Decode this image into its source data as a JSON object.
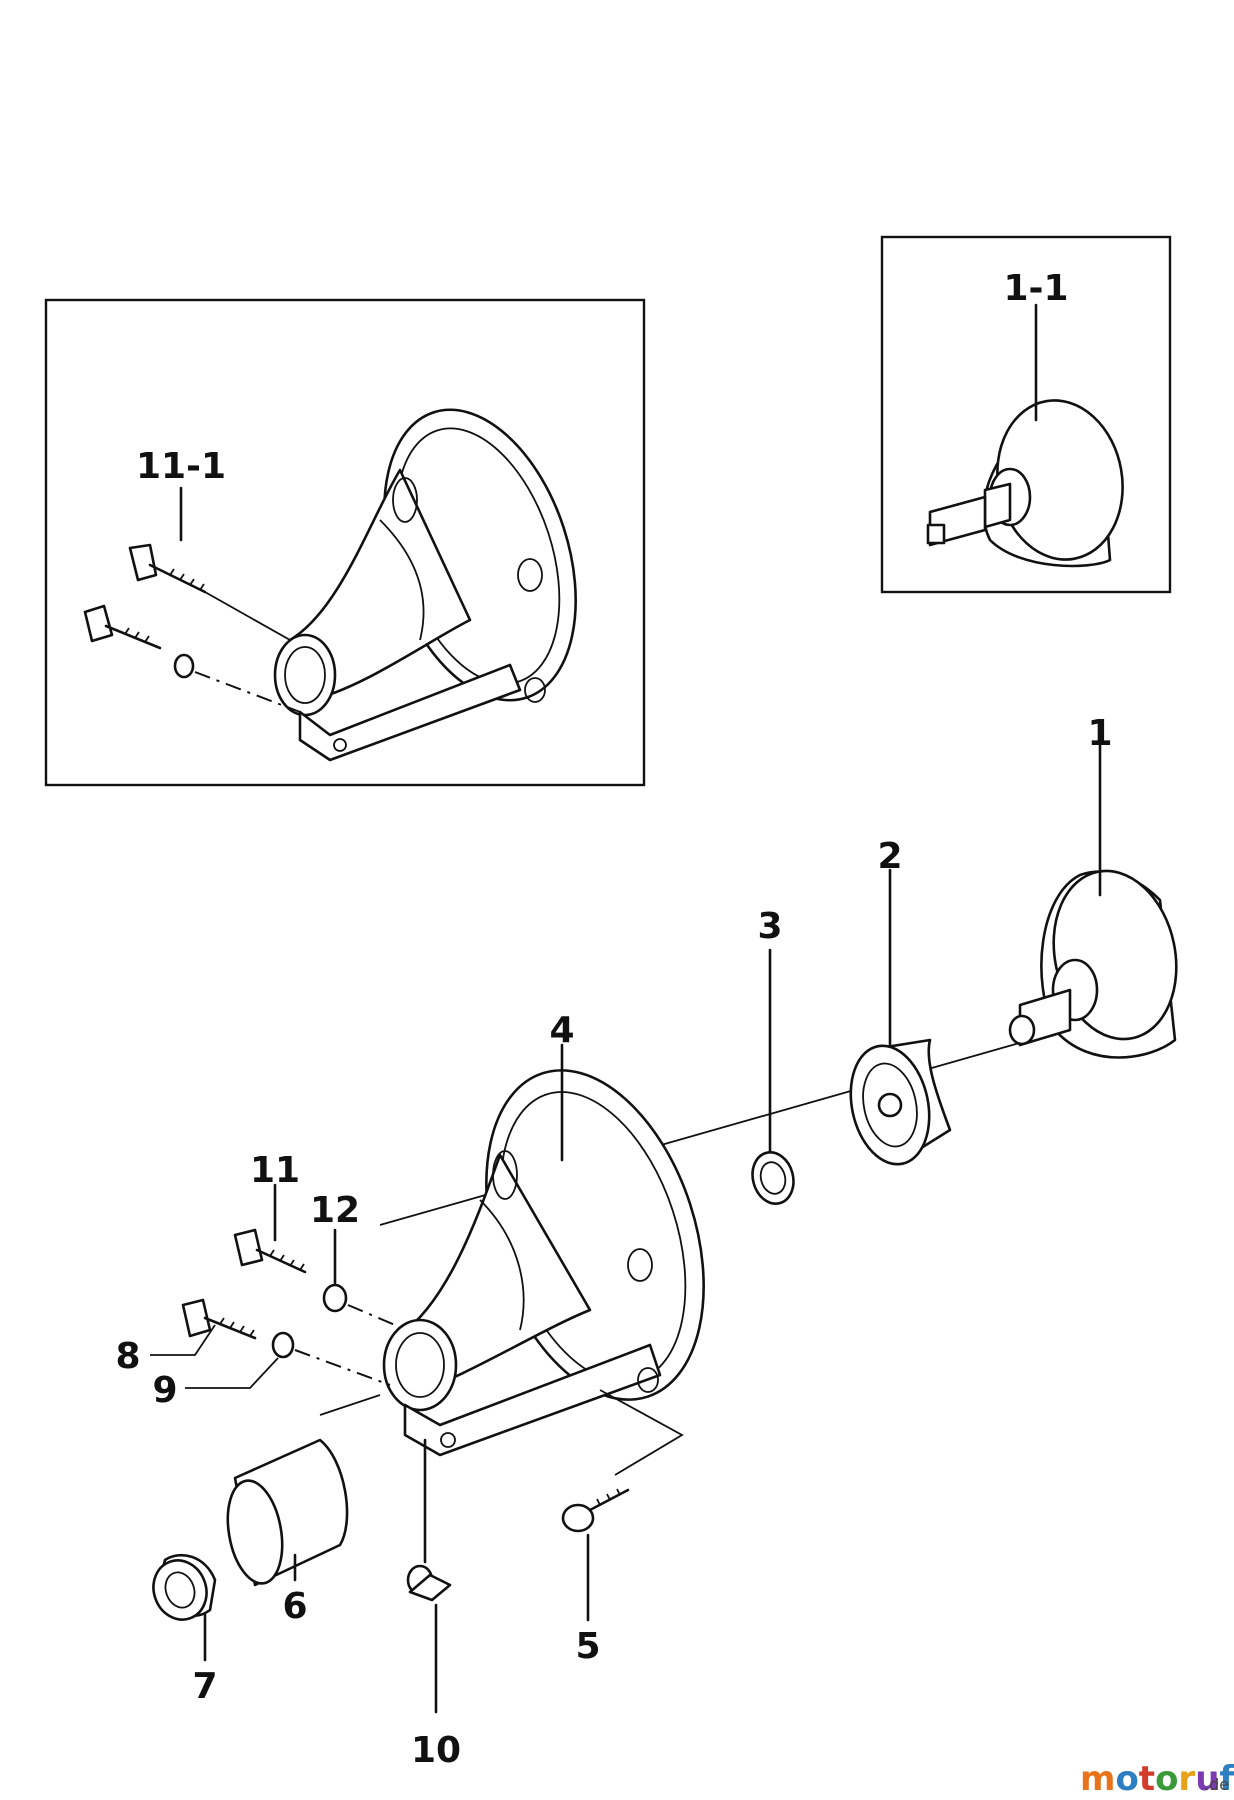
{
  "labels": {
    "p1": "1",
    "p1_1": "1-1",
    "p2": "2",
    "p3": "3",
    "p4": "4",
    "p5": "5",
    "p6": "6",
    "p7": "7",
    "p8": "8",
    "p9": "9",
    "p10": "10",
    "p11": "11",
    "p11_1": "11-1",
    "p12": "12"
  },
  "watermark": {
    "letters": [
      "m",
      "o",
      "t",
      "o",
      "r",
      "u",
      "f"
    ],
    "letter_colors": [
      "#e8731a",
      "#2e7fc2",
      "#d23a2a",
      "#3a9a3a",
      "#e8a21a",
      "#7a3ab0",
      "#2e7fc2"
    ],
    "suffix": ".de"
  }
}
